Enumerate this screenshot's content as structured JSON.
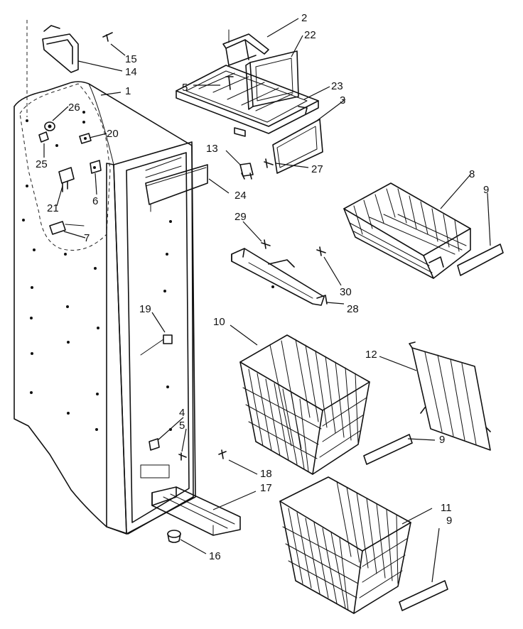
{
  "callouts": [
    {
      "id": "c1",
      "text": "1"
    },
    {
      "id": "c2",
      "text": "2"
    },
    {
      "id": "c3",
      "text": "3"
    },
    {
      "id": "c4",
      "text": "4"
    },
    {
      "id": "c5a",
      "text": "5"
    },
    {
      "id": "c5b",
      "text": "5"
    },
    {
      "id": "c6",
      "text": "6"
    },
    {
      "id": "c7",
      "text": "7"
    },
    {
      "id": "c8",
      "text": "8"
    },
    {
      "id": "c9a",
      "text": "9"
    },
    {
      "id": "c9b",
      "text": "9"
    },
    {
      "id": "c9c",
      "text": "9"
    },
    {
      "id": "c10",
      "text": "10"
    },
    {
      "id": "c11",
      "text": "11"
    },
    {
      "id": "c12",
      "text": "12"
    },
    {
      "id": "c13",
      "text": "13"
    },
    {
      "id": "c14",
      "text": "14"
    },
    {
      "id": "c15",
      "text": "15"
    },
    {
      "id": "c16",
      "text": "16"
    },
    {
      "id": "c17",
      "text": "17"
    },
    {
      "id": "c18",
      "text": "18"
    },
    {
      "id": "c19",
      "text": "19"
    },
    {
      "id": "c20",
      "text": "20"
    },
    {
      "id": "c21",
      "text": "21"
    },
    {
      "id": "c22",
      "text": "22"
    },
    {
      "id": "c23",
      "text": "23"
    },
    {
      "id": "c24",
      "text": "24"
    },
    {
      "id": "c25",
      "text": "25"
    },
    {
      "id": "c26",
      "text": "26"
    },
    {
      "id": "c27",
      "text": "27"
    },
    {
      "id": "c28",
      "text": "28"
    },
    {
      "id": "c29",
      "text": "29"
    },
    {
      "id": "c30",
      "text": "30"
    }
  ]
}
